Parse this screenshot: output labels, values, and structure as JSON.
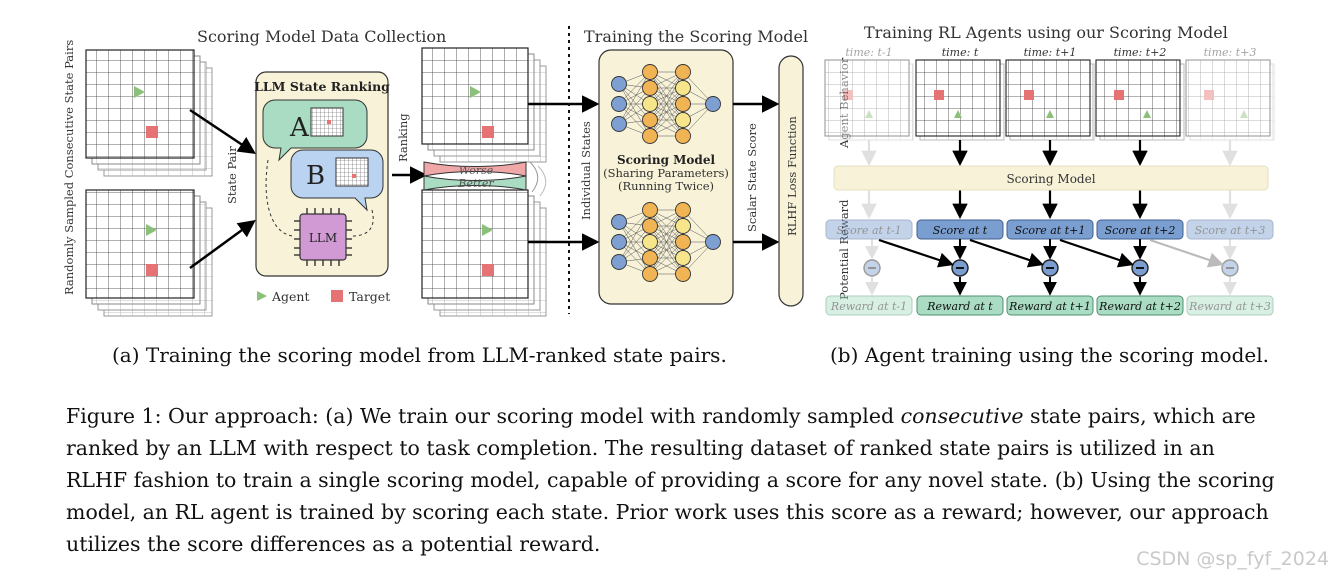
{
  "panel_a": {
    "title": "Scoring Model Data Collection",
    "left_label": "Randomly Sampled Consecutive State Pairs",
    "state_pair_label": "State Pair",
    "llm_box_title": "LLM State Ranking",
    "option_a": "A",
    "option_b": "B",
    "llm_label": "LLM",
    "legend_agent": "Agent",
    "legend_target": "Target",
    "ranking_label": "Ranking",
    "worse_label": "Worse",
    "better_label": "Better"
  },
  "panel_train": {
    "title": "Training the Scoring Model",
    "individual_states_label": "Individual States",
    "scoring_model_label": "Scoring Model",
    "sharing_label": "(Sharing Parameters)",
    "running_label": "(Running Twice)",
    "scalar_label": "Scalar State Score",
    "loss_label": "RLHF Loss Function"
  },
  "panel_b": {
    "title": "Training RL Agents using our Scoring Model",
    "agent_behavior_label": "Agent Behavior",
    "potential_reward_label": "Potential Reward",
    "scoring_model_bar": "Scoring Model",
    "times": [
      "time: t-1",
      "time: t",
      "time: t+1",
      "time: t+2",
      "time: t+3"
    ],
    "scores": [
      "Score at t-1",
      "Score at t",
      "Score at t+1",
      "Score at t+2",
      "Score at t+3"
    ],
    "rewards": [
      "Reward at t-1",
      "Reward at t",
      "Reward at t+1",
      "Reward at t+2",
      "Reward at t+3"
    ]
  },
  "captions": {
    "sub_a": "(a) Training the scoring model from LLM-ranked state pairs.",
    "sub_b": "(b) Agent training using the scoring model."
  },
  "figure_caption": {
    "part1": "Figure 1: Our approach: (a) We train our scoring model with randomly sampled ",
    "emph": "consecutive",
    "part2": " state pairs, which are ranked by an LLM with respect to task completion. The resulting dataset of ranked state pairs is utilized in an RLHF fashion to train a single scoring model, capable of providing a score for any novel state. (b) Using the scoring model, an RL agent is trained by scoring each state. Prior work uses this score as a reward; however, our approach utilizes the score differences as a potential reward."
  },
  "watermark": "CSDN @sp_fyf_2024",
  "colors": {
    "agent": "#8cc07a",
    "target": "#e57373",
    "llm_box": "#f7f2d8",
    "score_box": "#7b9ed0",
    "reward_box": "#a9dcc2",
    "node_blue": "#7e9fd2",
    "node_yellow": "#f6e58a",
    "node_orange": "#f0b455",
    "llm_chip": "#d29ad5"
  }
}
